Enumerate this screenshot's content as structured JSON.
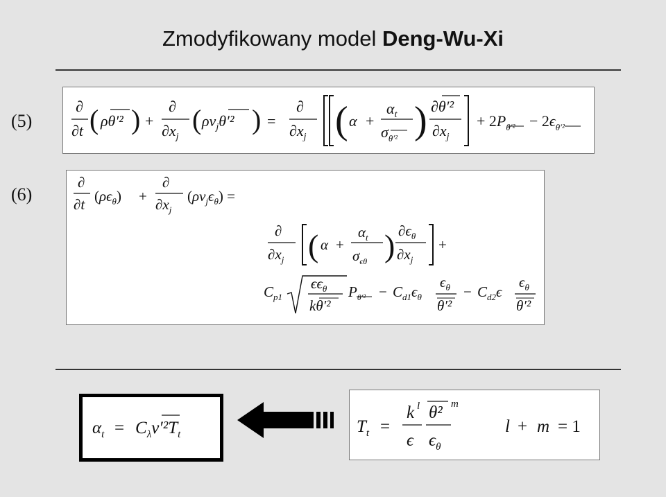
{
  "title": {
    "normal": "Zmodyfikowany model ",
    "bold": "Deng-Wu-Xi"
  },
  "equations": {
    "eq5_number": "(5)",
    "eq6_number": "(6)"
  }
}
